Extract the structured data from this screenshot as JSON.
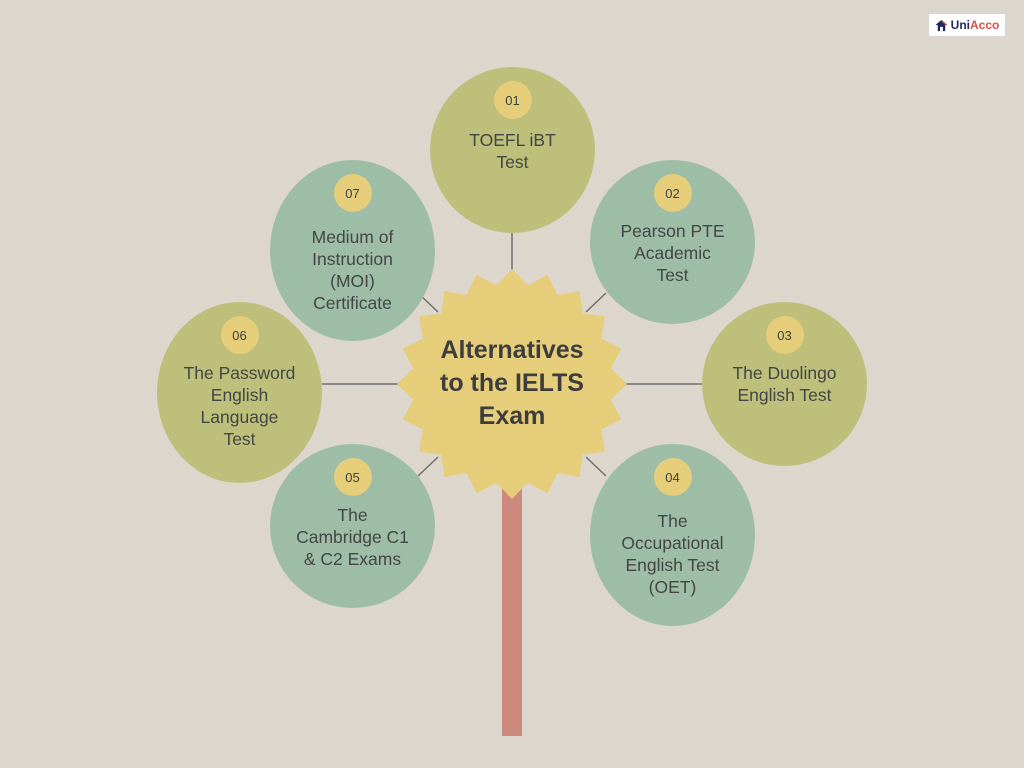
{
  "brand": {
    "logo_icon": "house-icon",
    "name_part1": "Uni",
    "name_part2": "Acco"
  },
  "center": {
    "title": "Alternatives\nto the IELTS\nExam",
    "shape": "starburst",
    "color": "#e6cd7a"
  },
  "trunk": {
    "color": "#cc8a7e"
  },
  "colors": {
    "background": "#ddd6cd",
    "olive_circle": "#bdbf7a",
    "sage_circle": "#9ebda7",
    "badge": "#e6cd7a",
    "connector": "#6e6e6e"
  },
  "alternatives": [
    {
      "number": "01",
      "label": "TOEFL iBT\nTest"
    },
    {
      "number": "02",
      "label": "Pearson PTE\nAcademic\nTest"
    },
    {
      "number": "03",
      "label": "The Duolingo\nEnglish Test"
    },
    {
      "number": "04",
      "label": "The\nOccupational\nEnglish Test\n(OET)"
    },
    {
      "number": "05",
      "label": "The\nCambridge C1\n& C2 Exams"
    },
    {
      "number": "06",
      "label": "The Password\nEnglish\nLanguage\nTest"
    },
    {
      "number": "07",
      "label": "Medium of\nInstruction\n(MOI)\nCertificate"
    }
  ]
}
